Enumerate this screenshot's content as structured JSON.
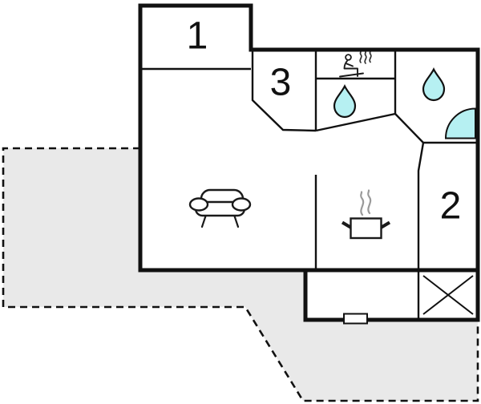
{
  "plan": {
    "type": "floor-plan",
    "rooms": [
      {
        "id": "room-1",
        "label": "1"
      },
      {
        "id": "room-2",
        "label": "2"
      },
      {
        "id": "room-3",
        "label": "3"
      }
    ],
    "icons": [
      {
        "name": "sauna-icon"
      },
      {
        "name": "water-drop-icon"
      },
      {
        "name": "water-drop-icon"
      },
      {
        "name": "door-swing-icon"
      },
      {
        "name": "sofa-icon"
      },
      {
        "name": "cooking-pot-icon"
      },
      {
        "name": "steam-icon"
      },
      {
        "name": "stairs-cross-icon"
      },
      {
        "name": "entrance-door-icon"
      },
      {
        "name": "terrace-area"
      }
    ]
  },
  "colors": {
    "wall": "#111111",
    "terrace_fill": "#e9e9e9",
    "water": "#b6f0f2",
    "steam": "#9a9a9a",
    "bg": "#ffffff",
    "ink": "#1a1a1a"
  }
}
